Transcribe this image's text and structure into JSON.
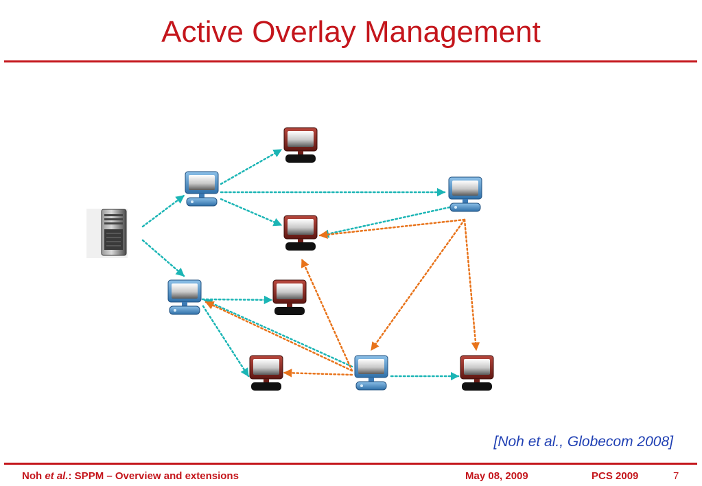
{
  "slide": {
    "title": "Active Overlay Management",
    "citation": "[Noh et al., Globecom 2008]"
  },
  "footer": {
    "author_prefix": "Noh ",
    "author_italic": "et al.",
    "author_suffix": ": SPPM – Overview and extensions",
    "date": "May 08, 2009",
    "conference": "PCS 2009",
    "page": "7"
  },
  "diagram": {
    "colors": {
      "forward_link": "#1bb5b5",
      "repair_link": "#e8731a",
      "normal_peer": "#4b8fc8",
      "affected_peer": "#8e2a22"
    },
    "nodes": [
      {
        "id": "server",
        "kind": "server"
      },
      {
        "id": "P1",
        "kind": "normal-peer"
      },
      {
        "id": "P2",
        "kind": "normal-peer"
      },
      {
        "id": "P3",
        "kind": "normal-peer"
      },
      {
        "id": "P4",
        "kind": "normal-peer"
      },
      {
        "id": "R1",
        "kind": "affected-peer"
      },
      {
        "id": "R2",
        "kind": "affected-peer"
      },
      {
        "id": "R3",
        "kind": "affected-peer"
      },
      {
        "id": "R4",
        "kind": "affected-peer"
      },
      {
        "id": "R5",
        "kind": "affected-peer"
      }
    ],
    "links": [
      {
        "from": "server",
        "to": "P1",
        "type": "forward"
      },
      {
        "from": "server",
        "to": "P2",
        "type": "forward"
      },
      {
        "from": "P1",
        "to": "R1",
        "type": "forward"
      },
      {
        "from": "P1",
        "to": "P3",
        "type": "forward"
      },
      {
        "from": "P1",
        "to": "R2",
        "type": "forward"
      },
      {
        "from": "P3",
        "to": "R2",
        "type": "forward"
      },
      {
        "from": "P2",
        "to": "R3",
        "type": "forward"
      },
      {
        "from": "P2",
        "to": "R4",
        "type": "forward"
      },
      {
        "from": "P4",
        "to": "P2",
        "type": "forward"
      },
      {
        "from": "P4",
        "to": "R5",
        "type": "forward"
      },
      {
        "from": "P3",
        "to": "R2",
        "type": "repair"
      },
      {
        "from": "P3",
        "to": "P4",
        "type": "repair"
      },
      {
        "from": "P3",
        "to": "R5",
        "type": "repair"
      },
      {
        "from": "P4",
        "to": "R2",
        "type": "repair"
      },
      {
        "from": "P4",
        "to": "R4",
        "type": "repair"
      },
      {
        "from": "P4",
        "to": "P2",
        "type": "repair"
      }
    ]
  }
}
